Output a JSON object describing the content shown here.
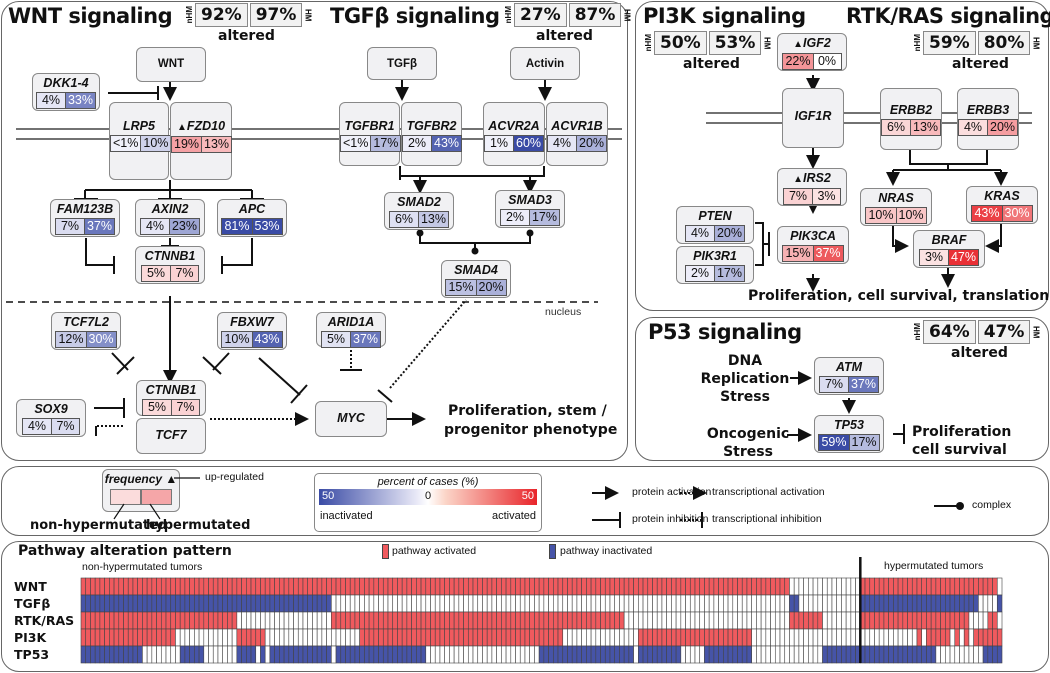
{
  "colors": {
    "activated_strong": "#e8242a",
    "inactivated_strong": "#3a4ba5",
    "pathway_activated": "#f05a5e",
    "pathway_inactivated": "#4654a8",
    "neutral": "#ffffff",
    "node_bg": "#f1f1f3"
  },
  "wnt": {
    "title": "WNT signaling",
    "altered": {
      "nHM": "92%",
      "HM": "97%",
      "label": "altered",
      "nhm_tag": "nHM",
      "hm_tag": "HM"
    },
    "ligand": "WNT",
    "nucleus_label": "nucleus",
    "outcome": [
      "Proliferation, stem /",
      "progenitor phenotype"
    ],
    "genes": {
      "DKK1_4": {
        "name": "DKK1-4",
        "nhm": "4%",
        "hm": "33%",
        "nhm_val": -4,
        "hm_val": -33
      },
      "LRP5": {
        "name": "LRP5",
        "nhm": "<1%",
        "hm": "10%",
        "nhm_val": -1,
        "hm_val": -10
      },
      "FZD10": {
        "name": "FZD10",
        "up": true,
        "up_mark": "▲",
        "nhm": "19%",
        "hm": "13%",
        "nhm_val": 19,
        "hm_val": 13
      },
      "FAM123B": {
        "name": "FAM123B",
        "nhm": "7%",
        "hm": "37%",
        "nhm_val": -7,
        "hm_val": -37
      },
      "AXIN2": {
        "name": "AXIN2",
        "nhm": "4%",
        "hm": "23%",
        "nhm_val": -4,
        "hm_val": -23
      },
      "APC": {
        "name": "APC",
        "nhm": "81%",
        "hm": "53%",
        "nhm_val": -81,
        "hm_val": -53
      },
      "CTNNB1_a": {
        "name": "CTNNB1",
        "nhm": "5%",
        "hm": "7%",
        "nhm_val": 5,
        "hm_val": 7
      },
      "TCF7L2": {
        "name": "TCF7L2",
        "nhm": "12%",
        "hm": "30%",
        "nhm_val": -12,
        "hm_val": -30
      },
      "FBXW7": {
        "name": "FBXW7",
        "nhm": "10%",
        "hm": "43%",
        "nhm_val": -10,
        "hm_val": -43
      },
      "ARID1A": {
        "name": "ARID1A",
        "nhm": "5%",
        "hm": "37%",
        "nhm_val": -5,
        "hm_val": -37
      },
      "CTNNB1_b": {
        "name": "CTNNB1",
        "nhm": "5%",
        "hm": "7%",
        "nhm_val": 5,
        "hm_val": 7
      },
      "SOX9": {
        "name": "SOX9",
        "nhm": "4%",
        "hm": "7%",
        "nhm_val": -4,
        "hm_val": -7
      },
      "TCF7": {
        "name": "TCF7"
      },
      "MYC": {
        "name": "MYC"
      }
    }
  },
  "tgfb": {
    "title": "TGFβ signaling",
    "altered": {
      "nHM": "27%",
      "HM": "87%",
      "label": "altered",
      "nhm_tag": "nHM",
      "hm_tag": "HM"
    },
    "ligands": [
      "TGFβ",
      "Activin"
    ],
    "genes": {
      "TGFBR1": {
        "name": "TGFBR1",
        "nhm": "<1%",
        "hm": "17%",
        "nhm_val": -1,
        "hm_val": -17
      },
      "TGFBR2": {
        "name": "TGFBR2",
        "nhm": "2%",
        "hm": "43%",
        "nhm_val": -2,
        "hm_val": -43
      },
      "ACVR2A": {
        "name": "ACVR2A",
        "nhm": "1%",
        "hm": "60%",
        "nhm_val": -1,
        "hm_val": -60
      },
      "ACVR1B": {
        "name": "ACVR1B",
        "nhm": "4%",
        "hm": "20%",
        "nhm_val": -4,
        "hm_val": -20
      },
      "SMAD2": {
        "name": "SMAD2",
        "nhm": "6%",
        "hm": "13%",
        "nhm_val": -6,
        "hm_val": -13
      },
      "SMAD3": {
        "name": "SMAD3",
        "nhm": "2%",
        "hm": "17%",
        "nhm_val": -2,
        "hm_val": -17
      },
      "SMAD4": {
        "name": "SMAD4",
        "nhm": "15%",
        "hm": "20%",
        "nhm_val": -15,
        "hm_val": -20
      }
    }
  },
  "pi3k": {
    "title": "PI3K signaling",
    "altered": {
      "nHM": "50%",
      "HM": "53%",
      "label": "altered",
      "nhm_tag": "nHM",
      "hm_tag": "HM"
    },
    "genes": {
      "IGF2": {
        "name": "IGF2",
        "up": true,
        "up_mark": "▲",
        "nhm": "22%",
        "hm": "0%",
        "nhm_val": 22,
        "hm_val": 0
      },
      "IGF1R": {
        "name": "IGF1R"
      },
      "IRS2": {
        "name": "IRS2",
        "up": true,
        "up_mark": "▲",
        "nhm": "7%",
        "hm": "3%",
        "nhm_val": 7,
        "hm_val": 3
      },
      "PTEN": {
        "name": "PTEN",
        "nhm": "4%",
        "hm": "20%",
        "nhm_val": -4,
        "hm_val": -20
      },
      "PIK3R1": {
        "name": "PIK3R1",
        "nhm": "2%",
        "hm": "17%",
        "nhm_val": -2,
        "hm_val": -17
      },
      "PIK3CA": {
        "name": "PIK3CA",
        "nhm": "15%",
        "hm": "37%",
        "nhm_val": 15,
        "hm_val": 37
      }
    }
  },
  "rtk": {
    "title": "RTK/RAS signaling",
    "altered": {
      "nHM": "59%",
      "HM": "80%",
      "label": "altered",
      "nhm_tag": "nHM",
      "hm_tag": "HM"
    },
    "genes": {
      "ERBB2": {
        "name": "ERBB2",
        "nhm": "6%",
        "hm": "13%",
        "nhm_val": 6,
        "hm_val": 13
      },
      "ERBB3": {
        "name": "ERBB3",
        "nhm": "4%",
        "hm": "20%",
        "nhm_val": 4,
        "hm_val": 20
      },
      "NRAS": {
        "name": "NRAS",
        "nhm": "10%",
        "hm": "10%",
        "nhm_val": 10,
        "hm_val": 10
      },
      "KRAS": {
        "name": "KRAS",
        "nhm": "43%",
        "hm": "30%",
        "nhm_val": 43,
        "hm_val": 30
      },
      "BRAF": {
        "name": "BRAF",
        "nhm": "3%",
        "hm": "47%",
        "nhm_val": 3,
        "hm_val": 47
      }
    },
    "outcome": "Proliferation, cell survival, translation"
  },
  "p53": {
    "title": "P53 signaling",
    "altered": {
      "nHM": "64%",
      "HM": "47%",
      "label": "altered",
      "nhm_tag": "nHM",
      "hm_tag": "HM"
    },
    "stress1": [
      "DNA",
      "Replication",
      "Stress"
    ],
    "stress2": [
      "Oncogenic",
      "Stress"
    ],
    "outcome": [
      "Proliferation",
      "cell survival"
    ],
    "genes": {
      "ATM": {
        "name": "ATM",
        "nhm": "7%",
        "hm": "37%",
        "nhm_val": -7,
        "hm_val": -37
      },
      "TP53": {
        "name": "TP53",
        "nhm": "59%",
        "hm": "17%",
        "nhm_val": -59,
        "hm_val": -17
      }
    }
  },
  "legend": {
    "frequency": "frequency",
    "up_mark": "▲",
    "up_label": "up-regulated",
    "nonhyper": "non-hypermutated",
    "hyper": "hypermutated",
    "scale_title": "percent of cases (%)",
    "scale_left": "50",
    "scale_mid": "0",
    "scale_right": "50",
    "inactivated": "inactivated",
    "activated": "activated",
    "protein_activation": "protein activation",
    "transcriptional_activation": "transcriptional activation",
    "protein_inhibition": "protein inhibition",
    "transcriptional_inhibition": "transcriptional inhibition",
    "complex": "complex"
  },
  "pattern": {
    "title": "Pathway alteration pattern",
    "nonhyper_label": "non-hypermutated tumors",
    "hyper_label": "hypermutated tumors",
    "legend_activated": "pathway activated",
    "legend_inactivated": "pathway inactivated",
    "n_nonhyper": 165,
    "n_hyper": 30,
    "rows": [
      {
        "label": "WNT",
        "runs": [
          [
            "A",
            150
          ],
          [
            "N",
            15
          ],
          [
            "A",
            29
          ],
          [
            "N",
            1
          ]
        ]
      },
      {
        "label": "TGFβ",
        "runs": [
          [
            "I",
            53
          ],
          [
            "N",
            97
          ],
          [
            "I",
            2
          ],
          [
            "N",
            13
          ],
          [
            "I",
            25
          ],
          [
            "N",
            4
          ],
          [
            "I",
            1
          ]
        ]
      },
      {
        "label": "RTK/RAS",
        "runs": [
          [
            "A",
            33
          ],
          [
            "N",
            20
          ],
          [
            "A",
            62
          ],
          [
            "N",
            35
          ],
          [
            "A",
            7
          ],
          [
            "N",
            8
          ],
          [
            "A",
            23
          ],
          [
            "N",
            4
          ],
          [
            "A",
            2
          ],
          [
            "N",
            1
          ]
        ]
      },
      {
        "label": "PI3K",
        "runs": [
          [
            "A",
            20
          ],
          [
            "N",
            13
          ],
          [
            "A",
            6
          ],
          [
            "N",
            20
          ],
          [
            "A",
            43
          ],
          [
            "N",
            16
          ],
          [
            "A",
            24
          ],
          [
            "N",
            35
          ],
          [
            "A",
            1
          ],
          [
            "N",
            1
          ],
          [
            "A",
            5
          ],
          [
            "N",
            1
          ],
          [
            "A",
            1
          ],
          [
            "N",
            1
          ],
          [
            "A",
            1
          ],
          [
            "N",
            1
          ],
          [
            "A",
            14
          ],
          [
            "N",
            10
          ],
          [
            "A",
            2
          ],
          [
            "N",
            2
          ],
          [
            "A",
            1
          ],
          [
            "N",
            1
          ]
        ]
      },
      {
        "label": "TP53",
        "runs": [
          [
            "I",
            13
          ],
          [
            "N",
            8
          ],
          [
            "I",
            5
          ],
          [
            "N",
            7
          ],
          [
            "I",
            4
          ],
          [
            "N",
            1
          ],
          [
            "I",
            1
          ],
          [
            "N",
            1
          ],
          [
            "I",
            13
          ],
          [
            "N",
            1
          ],
          [
            "I",
            19
          ],
          [
            "N",
            24
          ],
          [
            "I",
            20
          ],
          [
            "N",
            1
          ],
          [
            "I",
            9
          ],
          [
            "N",
            5
          ],
          [
            "I",
            10
          ],
          [
            "N",
            15
          ],
          [
            "I",
            24
          ],
          [
            "N",
            10
          ],
          [
            "I",
            8
          ],
          [
            "N",
            1
          ],
          [
            "I",
            7
          ],
          [
            "I",
            9
          ],
          [
            "N",
            6
          ],
          [
            "I",
            2
          ],
          [
            "N",
            10
          ],
          [
            "I",
            1
          ],
          [
            "N",
            1
          ],
          [
            "I",
            5
          ],
          [
            "N",
            4
          ]
        ]
      }
    ]
  }
}
